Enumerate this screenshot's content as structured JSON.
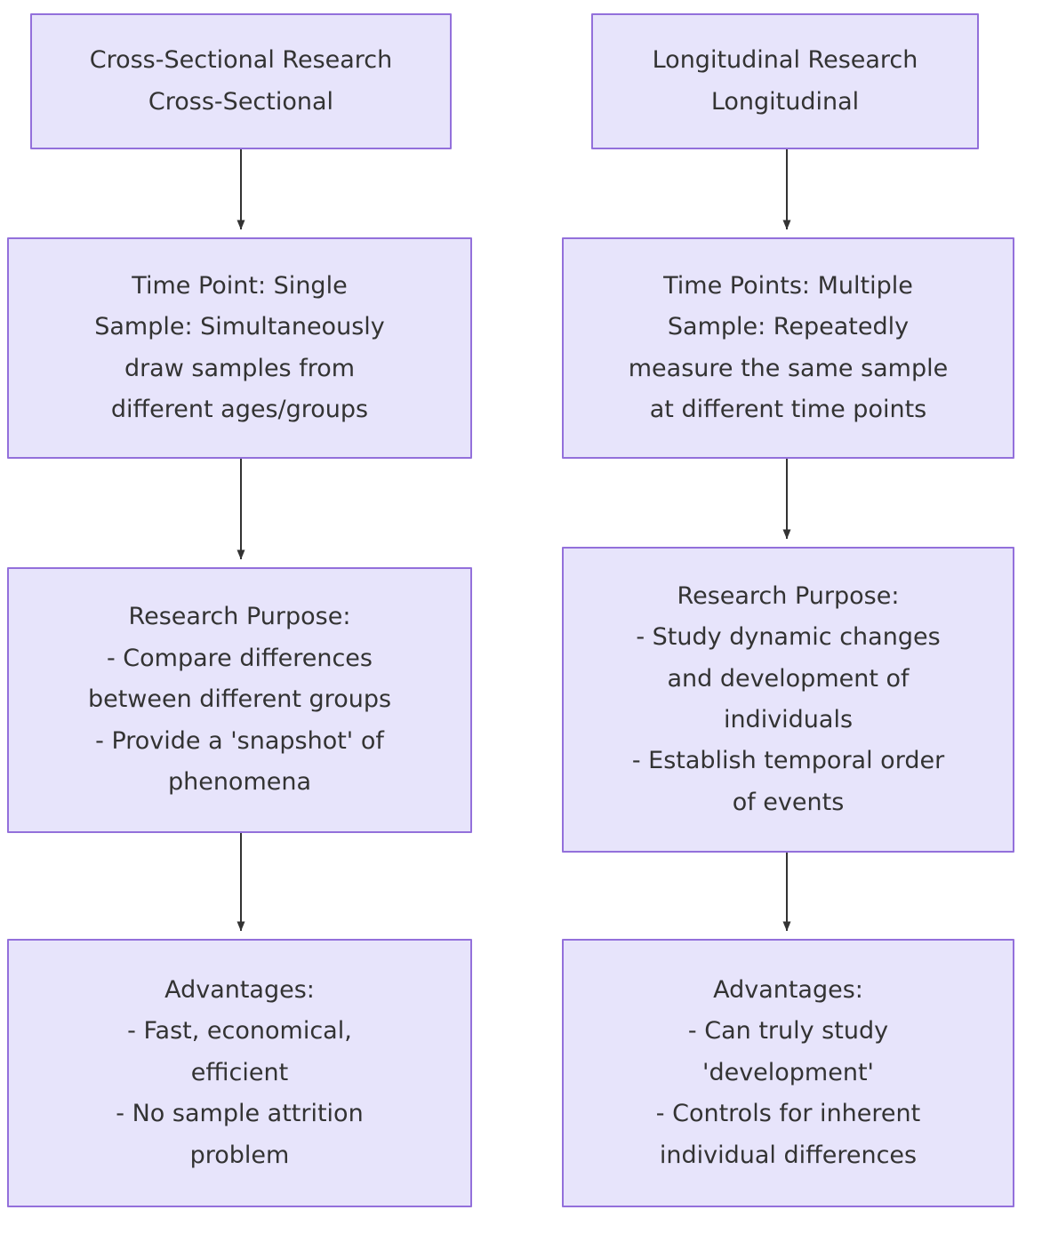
{
  "diagram": {
    "type": "flowchart",
    "orientation": "top-to-bottom",
    "background_color": "#ffffff",
    "node_fill_color": "#e7e4fb",
    "node_border_color": "#9370db",
    "text_color": "#333333",
    "edge_color": "#333333",
    "columns": [
      {
        "id": "cross_sectional",
        "name": "Cross-Sectional Research",
        "nodes": [
          {
            "id": "cs_title",
            "label": "Cross-Sectional Research\nCross-Sectional"
          },
          {
            "id": "cs_method",
            "label": "Time Point: Single\nSample: Simultaneously\ndraw samples from\ndifferent ages/groups"
          },
          {
            "id": "cs_purpose",
            "label": "Research Purpose:\n- Compare differences\nbetween different groups\n- Provide a 'snapshot' of\nphenomena"
          },
          {
            "id": "cs_adv",
            "label": "Advantages:\n- Fast, economical,\nefficient\n- No sample attrition\nproblem"
          }
        ]
      },
      {
        "id": "longitudinal",
        "name": "Longitudinal Research",
        "nodes": [
          {
            "id": "lo_title",
            "label": "Longitudinal Research\nLongitudinal"
          },
          {
            "id": "lo_method",
            "label": "Time Points: Multiple\nSample: Repeatedly\nmeasure the same sample\nat different time points"
          },
          {
            "id": "lo_purpose",
            "label": "Research Purpose:\n- Study dynamic changes\nand development of\nindividuals\n- Establish temporal order\nof events"
          },
          {
            "id": "lo_adv",
            "label": "Advantages:\n- Can truly study\n'development'\n- Controls for inherent\nindividual differences"
          }
        ]
      }
    ],
    "edges": [
      {
        "from": "cs_title",
        "to": "cs_method",
        "arrow": "down"
      },
      {
        "from": "cs_method",
        "to": "cs_purpose",
        "arrow": "down"
      },
      {
        "from": "cs_purpose",
        "to": "cs_adv",
        "arrow": "down"
      },
      {
        "from": "lo_title",
        "to": "lo_method",
        "arrow": "down"
      },
      {
        "from": "lo_method",
        "to": "lo_purpose",
        "arrow": "down"
      },
      {
        "from": "lo_purpose",
        "to": "lo_adv",
        "arrow": "down"
      }
    ]
  }
}
